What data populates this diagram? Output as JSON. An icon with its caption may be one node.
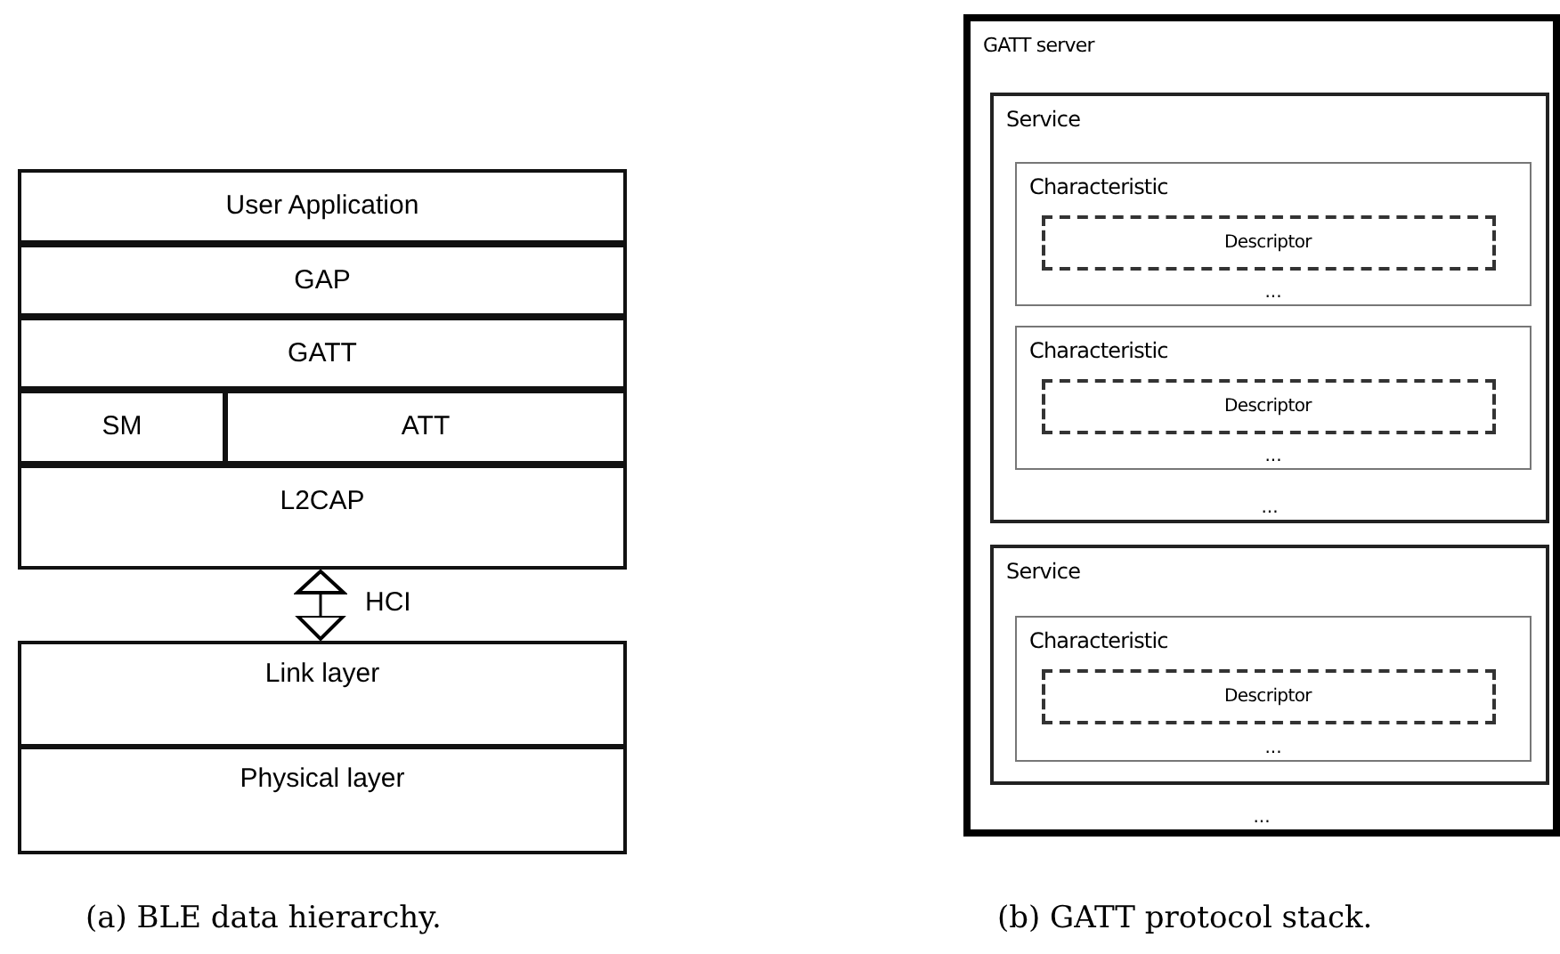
{
  "diagram": {
    "nodes": [
      {
        "text": [
          "User Application"
        ]
      },
      {
        "text": [
          "GAP"
        ]
      },
      {
        "text": [
          "GATT"
        ]
      },
      {
        "text": [
          "SM"
        ]
      },
      {
        "text": [
          "ATT"
        ]
      },
      {
        "text": [
          "L2CAP"
        ]
      },
      {
        "text": [
          "Link layer"
        ]
      },
      {
        "text": [
          "Physical layer"
        ]
      },
      {
        "text": [
          "GATT server",
          "..."
        ]
      },
      {
        "text": [
          "Service",
          "..."
        ],
        "in": 8
      },
      {
        "text": [
          "Characteristic",
          "..."
        ],
        "in": 9
      },
      {
        "text": [
          "Descriptor"
        ],
        "in": 10
      },
      {
        "text": [
          "Characteristic",
          "..."
        ],
        "in": 9
      },
      {
        "text": [
          "Descriptor"
        ],
        "in": 12
      },
      {
        "text": [
          "Service"
        ],
        "in": 8
      },
      {
        "text": [
          "Characteristic",
          "..."
        ],
        "in": 14
      },
      {
        "text": [
          "Descriptor"
        ],
        "in": 15
      }
    ],
    "edges": [
      {
        "from": 5,
        "to": 6,
        "arrow": "both",
        "label": "HCI"
      }
    ],
    "labels": [
      "(a) BLE data hierarchy.",
      "(b) GATT protocol stack."
    ]
  }
}
